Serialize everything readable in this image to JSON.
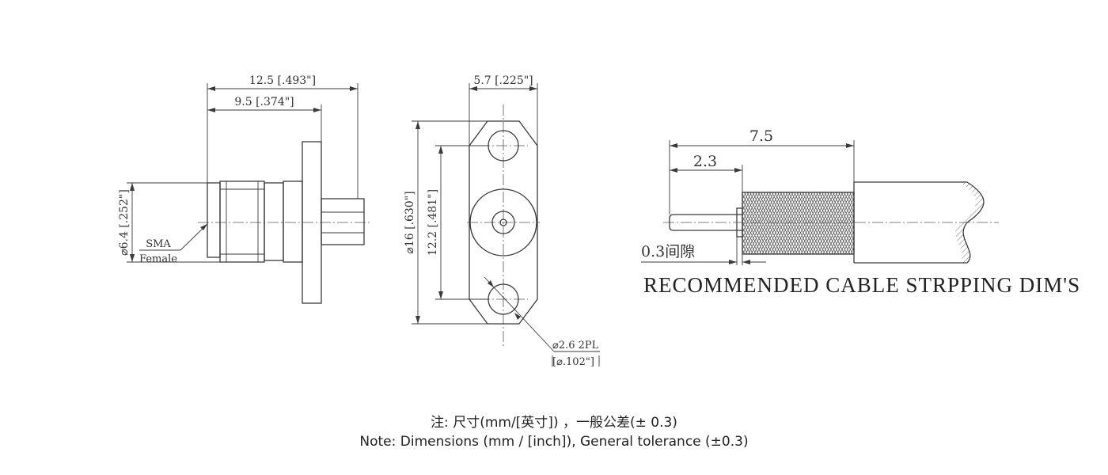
{
  "side_view": {
    "dim_overall": "12.5 [.493\"]",
    "dim_body": "9.5 [.374\"]",
    "dim_diameter": "⌀6.4 [.252\"]",
    "label_sma": "SMA",
    "label_female": "Female"
  },
  "front_view": {
    "dim_width": "5.7 [.225\"]",
    "dim_height": "⌀16 [.630\"]",
    "dim_hole_spacing": "12.2 [.481\"]",
    "dim_hole": "⌀2.6 2PL",
    "dim_hole_inch": "[⌀.102\"]"
  },
  "cable_view": {
    "dim_total": "7.5",
    "dim_pin": "2.3",
    "dim_gap": "0.3间隙",
    "title": "RECOMMENDED CABLE STRPPING DIM'S"
  },
  "notes": {
    "line_cn": "注: 尺寸(mm/[英寸]) ，一般公差(± 0.3)",
    "line_en": "Note: Dimensions (mm / [inch]), General tolerance (±0.3)"
  }
}
